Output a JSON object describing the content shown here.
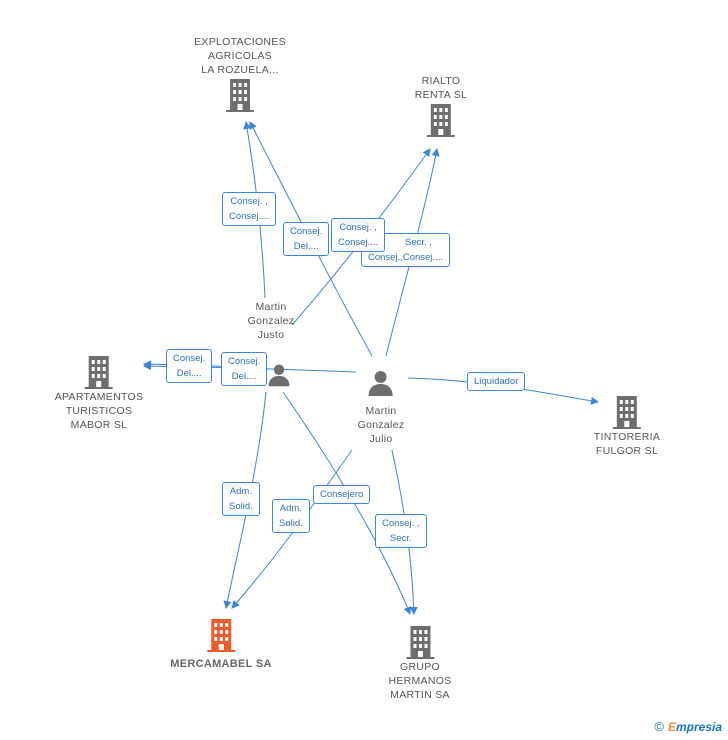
{
  "colors": {
    "edge": "#3d85d8",
    "node_gray": "#6e6e6e",
    "node_main": "#f0592a",
    "label_text": "#555555"
  },
  "companies": {
    "explotaciones": [
      "EXPLOTACIONES",
      "AGRICOLAS",
      "LA ROZUELA..."
    ],
    "rialto": [
      "RIALTO",
      "RENTA  SL"
    ],
    "apartamentos": [
      "APARTAMENTOS",
      "TURISTICOS",
      "MABOR  SL"
    ],
    "tintoreria": [
      "TINTORERIA",
      "FULGOR SL"
    ],
    "mercamabel": [
      "MERCAMABEL SA"
    ],
    "grupo": [
      "GRUPO",
      "HERMANOS",
      "MARTIN SA"
    ]
  },
  "persons": {
    "justo": [
      "Martin",
      "Gonzalez",
      "Justo"
    ],
    "julio": [
      "Martin",
      "Gonzalez",
      "Julio"
    ]
  },
  "relations": {
    "r1": [
      "Consej. ,",
      "Consej...."
    ],
    "r2": [
      "Consej.",
      "Del...."
    ],
    "r3": [
      "Consej. ,",
      "Consej...."
    ],
    "r4": [
      "Secr. ,",
      "Consej.,Consej...."
    ],
    "r5": [
      "Consej.",
      "Del...."
    ],
    "r6": [
      "Consej.",
      "Del...."
    ],
    "r7": [
      "Liquidador"
    ],
    "r8": [
      "Adm.",
      "Solid."
    ],
    "r9": [
      "Consejero"
    ],
    "r10": [
      "Adm.",
      "Solid."
    ],
    "r11": [
      "Consej. ,",
      "Secr."
    ]
  },
  "footer": {
    "copyright_symbol": "©",
    "brand_first": "E",
    "brand_rest": "mpresia"
  }
}
